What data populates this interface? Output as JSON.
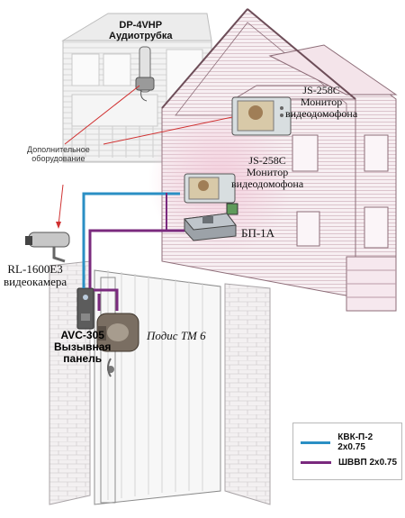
{
  "labels": {
    "audio_handset": [
      "DP-4VHP",
      "Аудиотрубка"
    ],
    "monitor_top": [
      "JS-258C",
      "Монитор",
      "видеодомофона"
    ],
    "monitor_mid": [
      "JS-258C",
      "Монитор",
      "видеодомофона"
    ],
    "extra_equipment": [
      "Дополнительное",
      "оборудование"
    ],
    "power_supply": "БП-1А",
    "camera": [
      "RL-1600E3",
      "видеокамера"
    ],
    "panel": [
      "AVC-305",
      "Вызывная",
      "панель"
    ],
    "lock": "Подис ТМ 6"
  },
  "legend": {
    "items": [
      {
        "label": "КВК-П-2 2х0.75",
        "color": "#2a8fc4"
      },
      {
        "label": "ШВВП 2х0.75",
        "color": "#7a2a7e"
      }
    ]
  },
  "colors": {
    "cable_kvk": "#2a8fc4",
    "cable_shvvp": "#7a2a7e",
    "accent_red": "#d03030"
  }
}
